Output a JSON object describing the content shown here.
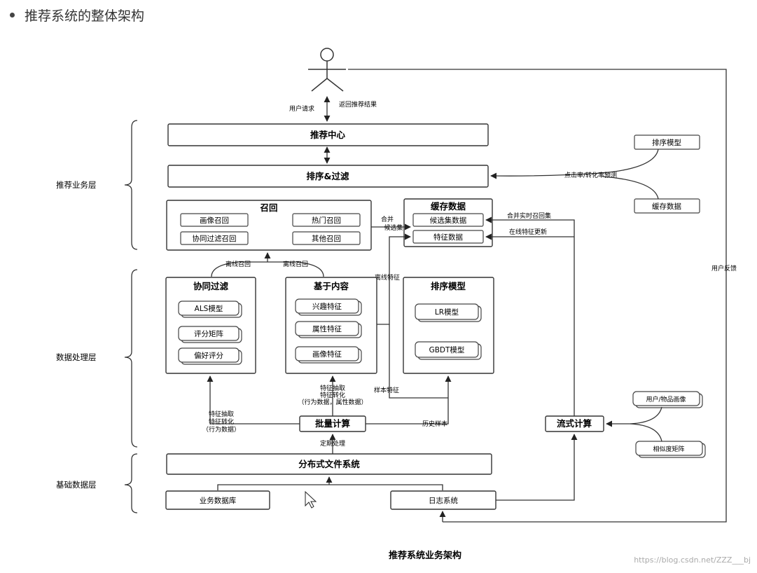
{
  "heading": "推荐系统的整体架构",
  "caption": "推荐系统业务架构",
  "watermark": "https://blog.csdn.net/ZZZ___bj",
  "layers": {
    "business": "推荐业务层",
    "processing": "数据处理层",
    "base": "基础数据层"
  },
  "nodes": {
    "rec_center": "推荐中心",
    "rank_filter": "排序&过滤",
    "recall": "召回",
    "portrait_recall": "画像召回",
    "hot_recall": "热门召回",
    "cf_recall": "协同过滤召回",
    "other_recall": "其他召回",
    "cache": "缓存数据",
    "candidate_data": "候选集数据",
    "feature_data": "特征数据",
    "cf": "协同过滤",
    "als": "ALS模型",
    "rating_matrix": "评分矩阵",
    "pref_score": "偏好评分",
    "content": "基于内容",
    "interest_feat": "兴趣特征",
    "attr_feat": "属性特征",
    "portrait_feat": "画像特征",
    "rank_model": "排序模型",
    "lr": "LR模型",
    "gbdt": "GBDT模型",
    "batch": "批量计算",
    "stream": "流式计算",
    "dfs": "分布式文件系统",
    "biz_db": "业务数据库",
    "log_sys": "日志系统",
    "rank_model_side": "排序模型",
    "cache_side": "缓存数据",
    "user_item_portrait": "用户/物品画像",
    "similarity_matrix": "相似度矩阵"
  },
  "edges": {
    "user_request": "用户请求",
    "return_result": "返回推荐结果",
    "ctr_predict": "点击率/转化率预测",
    "merge_candidates_1": "合并",
    "merge_candidates_2": "候选集",
    "merge_realtime_recall": "合并实时召回集",
    "online_feature_update": "在线特征更新",
    "offline_recall_1": "离线召回",
    "offline_recall_2": "离线召回",
    "offline_feature": "离线特征",
    "sample_feature": "样本特征",
    "feat_extract_content_1": "特征抽取",
    "feat_extract_content_2": "特征转化",
    "feat_extract_content_3": "（行为数据，属性数据）",
    "feat_extract_cf_1": "特征抽取",
    "feat_extract_cf_2": "特征转化",
    "feat_extract_cf_3": "（行为数据）",
    "history_samples": "历史样本",
    "periodic_process": "定期处理",
    "user_feedback": "用户反馈"
  }
}
